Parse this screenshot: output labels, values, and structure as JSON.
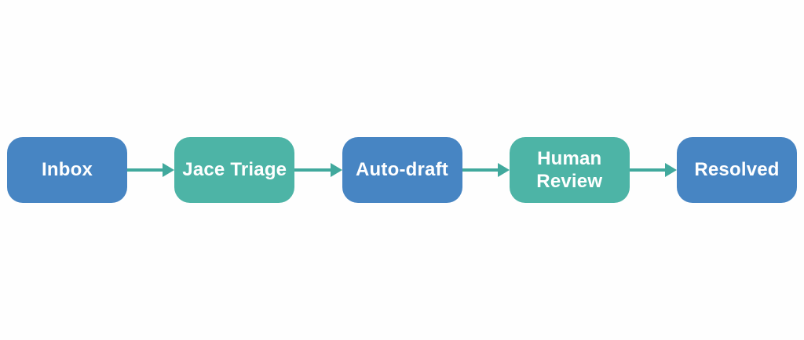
{
  "diagram": {
    "type": "flowchart",
    "direction": "left-to-right",
    "background": "#fefefe",
    "text_color": "#ffffff",
    "arrow_color": "#41a99d",
    "node_colors": {
      "blue": "#4785c3",
      "teal": "#4db4a6"
    },
    "nodes": [
      {
        "id": "inbox",
        "label": "Inbox",
        "color": "#4785c3"
      },
      {
        "id": "jace-triage",
        "label": "Jace Triage",
        "color": "#4db4a6"
      },
      {
        "id": "auto-draft",
        "label": "Auto-draft",
        "color": "#4785c3"
      },
      {
        "id": "human-review",
        "label": "Human Review",
        "color": "#4db4a6"
      },
      {
        "id": "resolved",
        "label": "Resolved",
        "color": "#4785c3"
      }
    ],
    "edges": [
      {
        "from": "inbox",
        "to": "jace-triage"
      },
      {
        "from": "jace-triage",
        "to": "auto-draft"
      },
      {
        "from": "auto-draft",
        "to": "human-review"
      },
      {
        "from": "human-review",
        "to": "resolved"
      }
    ]
  }
}
